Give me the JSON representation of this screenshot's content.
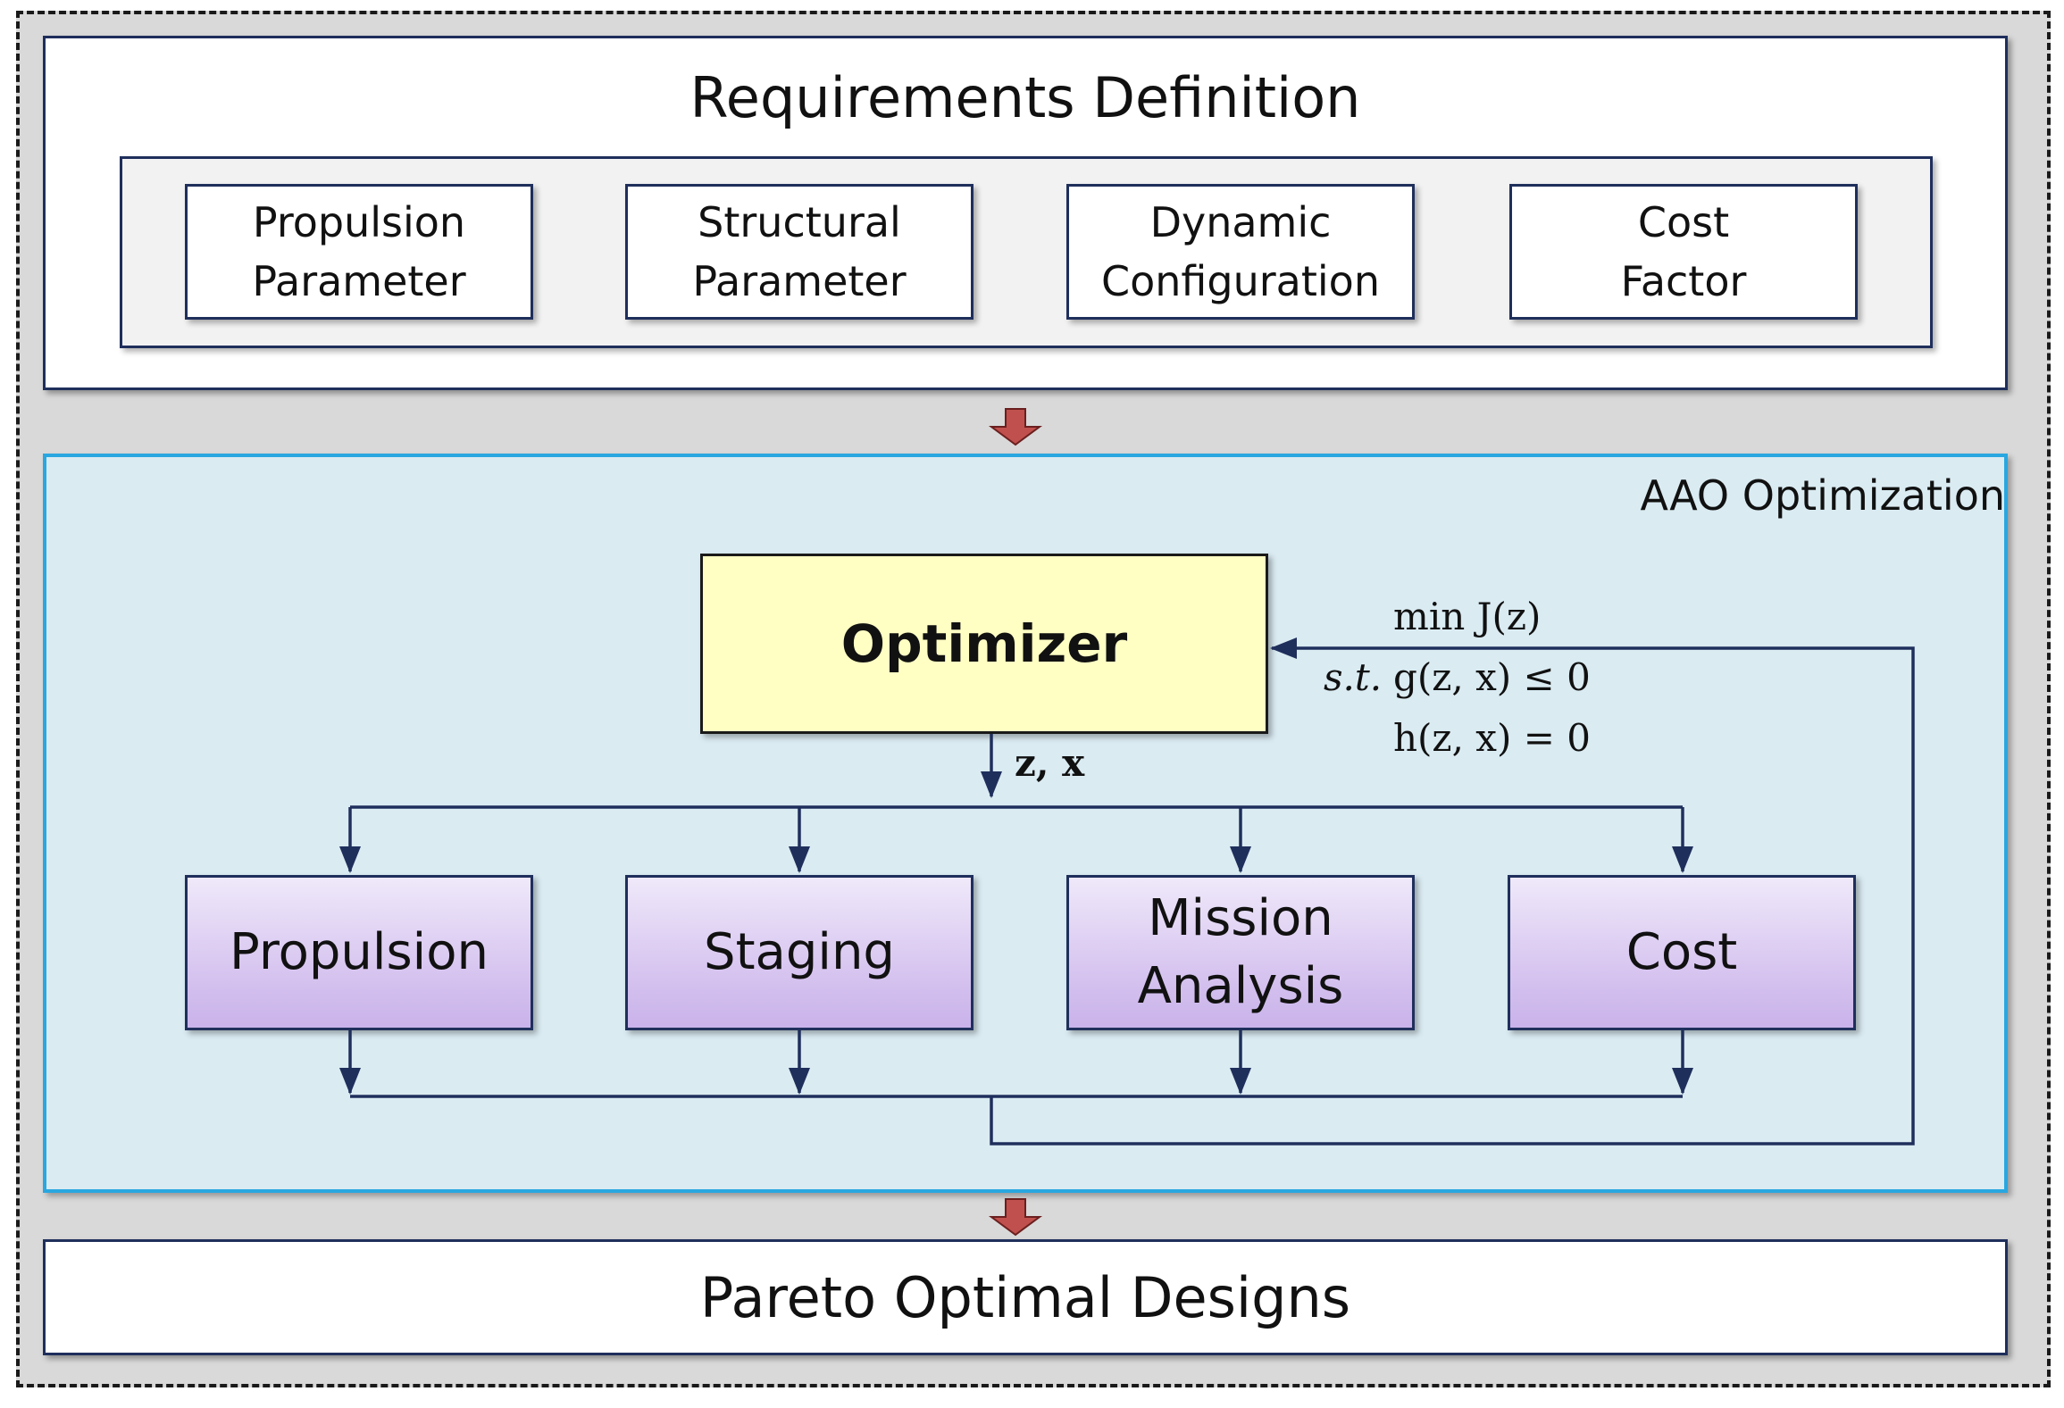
{
  "requirements": {
    "title": "Requirements Definition",
    "items": [
      {
        "line1": "Propulsion",
        "line2": "Parameter"
      },
      {
        "line1": "Structural",
        "line2": "Parameter"
      },
      {
        "line1": "Dynamic",
        "line2": "Configuration"
      },
      {
        "line1": "Cost",
        "line2": "Factor"
      }
    ]
  },
  "aao": {
    "label": "AAO Optimization",
    "optimizer": "Optimizer",
    "variables": "z, x",
    "objective": "min J(z)",
    "constraint_prefix": "s.t.",
    "constraint_g": "g(z, x) ≤ 0",
    "constraint_h": "h(z, x) = 0",
    "disciplines": [
      {
        "line1": "Propulsion",
        "line2": ""
      },
      {
        "line1": "Staging",
        "line2": ""
      },
      {
        "line1": "Mission",
        "line2": "Analysis"
      },
      {
        "line1": "Cost",
        "line2": ""
      }
    ]
  },
  "output": {
    "title": "Pareto Optimal Designs"
  },
  "colors": {
    "arrow_line": "#1f2f5c",
    "stage_arrow": "#c0504d",
    "optimizer_fill": "#ffffc4",
    "aao_border": "#29a7e0",
    "aao_fill": "#daebf2"
  }
}
